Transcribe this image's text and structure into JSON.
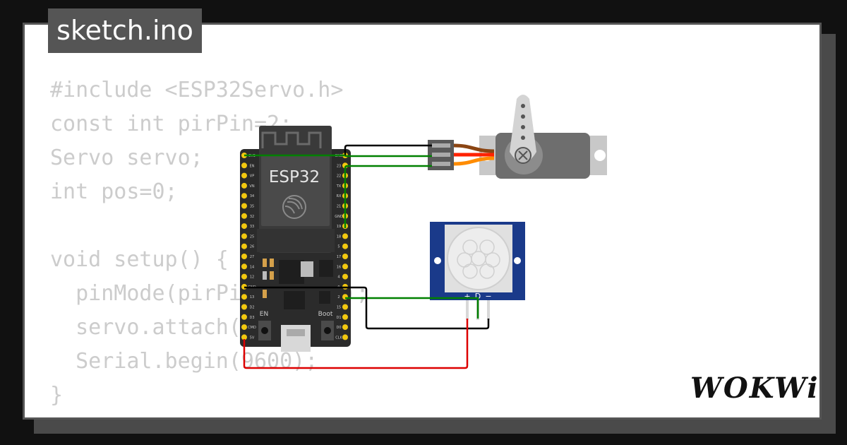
{
  "file_tab": {
    "label": "sketch.ino"
  },
  "code_lines": [
    "#include <ESP32Servo.h>",
    "const int pirPin=2;",
    "Servo servo;",
    "int pos=0;",
    "",
    "void setup() {",
    "  pinMode(pirPin, INPUT);",
    "  servo.attach(18);",
    "  Serial.begin(9600);",
    "}"
  ],
  "board": {
    "name": "ESP32",
    "en_label": "EN",
    "boot_label": "Boot",
    "left_pins": [
      "3V3",
      "EN",
      "VP",
      "VN",
      "34",
      "35",
      "32",
      "33",
      "25",
      "26",
      "27",
      "14",
      "12",
      "GND",
      "13",
      "D2",
      "D3",
      "CMD",
      "5V"
    ],
    "right_pins": [
      "GND",
      "23",
      "22",
      "TX",
      "RX",
      "21",
      "GND",
      "19",
      "18",
      "5",
      "17",
      "16",
      "4",
      "0",
      "2",
      "15",
      "D1",
      "D0",
      "CLK"
    ]
  },
  "pir_sensor": {
    "pin_labels": [
      "+",
      "D",
      "−"
    ]
  },
  "logo": {
    "text": "WOKWi"
  },
  "colors": {
    "background": "#111111",
    "card": "#ffffff",
    "tab": "#555555",
    "code_text": "#cccccc",
    "wire_green": "#008000",
    "wire_black": "#000000",
    "wire_red": "#dd0000",
    "pir_board": "#1a3a8a"
  }
}
